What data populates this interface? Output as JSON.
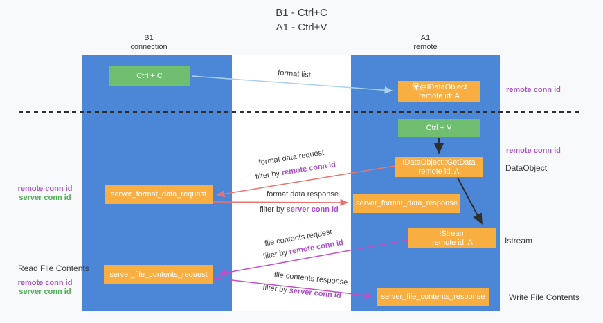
{
  "title": {
    "line1": "B1 - Ctrl+C",
    "line2": "A1 - Ctrl+V"
  },
  "lanes": {
    "left": {
      "title": "B1",
      "subtitle": "connection"
    },
    "right": {
      "title": "A1",
      "subtitle": "remote"
    }
  },
  "boxes": {
    "ctrl_c": {
      "label": "Ctrl + C"
    },
    "save_dataobject": {
      "line1": "保存IDataObject",
      "line2": "remote id: A"
    },
    "ctrl_v": {
      "label": "Ctrl + V"
    },
    "getdata": {
      "line1": "IDataObject::GetData",
      "line2": "remote id: A"
    },
    "server_format_data_request": {
      "label": "server_format_data_request"
    },
    "server_format_data_response": {
      "label": "server_format_data_response"
    },
    "istream": {
      "line1": "IStream",
      "line2": "remote id: A"
    },
    "server_file_contents_request": {
      "label": "server_file_contents_request"
    },
    "server_file_contents_response": {
      "label": "server_file_contents_response"
    }
  },
  "flows": {
    "format_list": "format list",
    "format_data_request": "format data request",
    "format_data_response": "format data response",
    "file_contents_request": "file contents request",
    "file_contents_response": "file contents response",
    "filter_by": "filter by",
    "remote_conn_id": "remote conn id",
    "server_conn_id": "server conn id"
  },
  "annotations": {
    "right_top_remote_conn_id": "remote conn id",
    "right_mid_remote_conn_id": "remote conn id",
    "dataobject": "DataObject",
    "istream": "Istream",
    "write_file_contents": "Write File Contents",
    "read_file_contents": "Read File Contents",
    "left_mid_remote_conn_id": "remote conn id",
    "left_mid_server_conn_id": "server conn id",
    "left_bottom_remote_conn_id": "remote conn id",
    "left_bottom_server_conn_id": "server conn id"
  },
  "colors": {
    "lane_blue": "#4b86d7",
    "box_green": "#70bf71",
    "box_orange": "#f9ae42",
    "arrow_light_blue": "#a8d2ee",
    "arrow_red": "#e87470",
    "arrow_magenta": "#c44fc4",
    "arrow_black": "#2f2f2f",
    "conn_id_purple": "#ac50cd",
    "conn_id_green": "#53ae57"
  }
}
